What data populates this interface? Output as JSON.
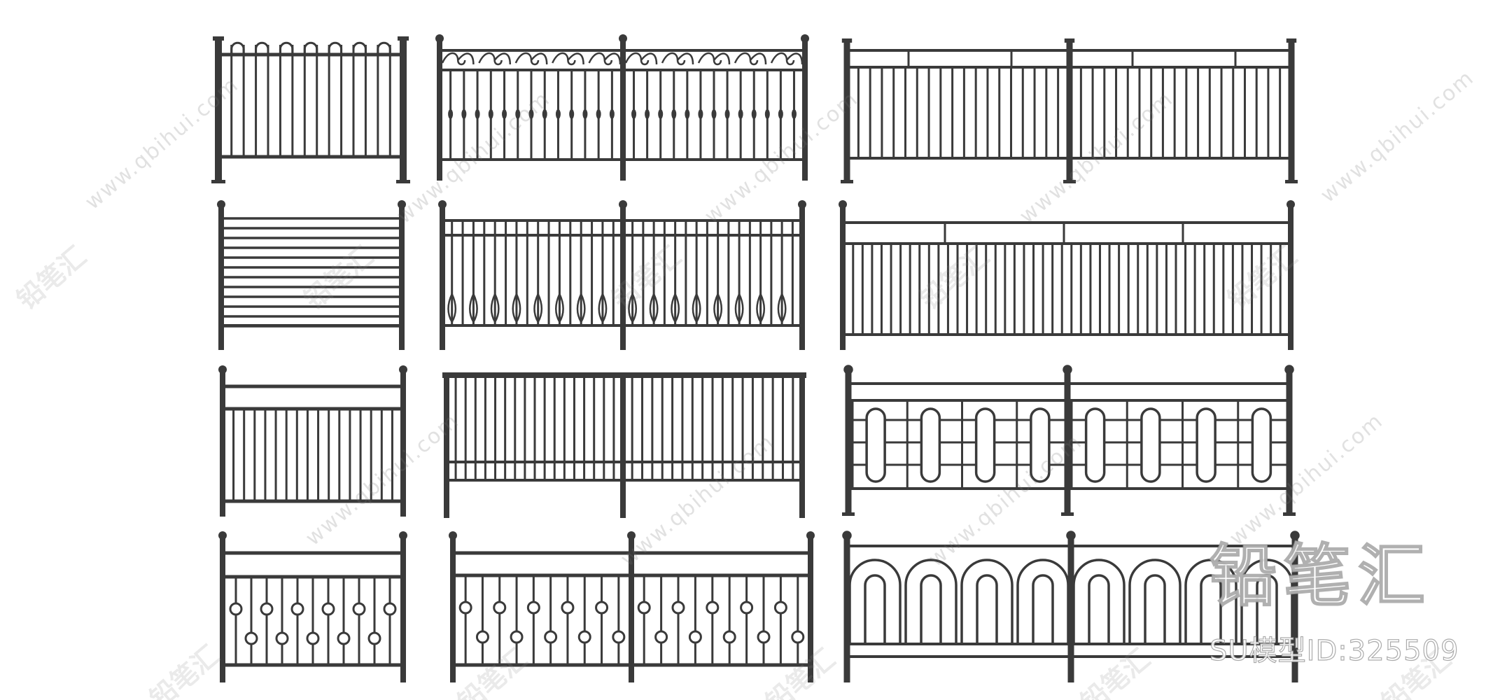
{
  "watermark": {
    "site": "www.qbihui.com",
    "brand_cn": "铅笔汇"
  },
  "logo": {
    "title": "铅笔汇",
    "model_id": "SU模型ID:325509"
  },
  "colors": {
    "background": "#ffffff",
    "metal": "#3a3a3a"
  },
  "fences": [
    {
      "id": "fence-1",
      "style": "arched-top-pickets"
    },
    {
      "id": "fence-2",
      "style": "scroll-top-knuckle-pickets"
    },
    {
      "id": "fence-3",
      "style": "panel-top-pickets"
    },
    {
      "id": "fence-4",
      "style": "horizontal-slats"
    },
    {
      "id": "fence-5",
      "style": "baluster-pickets"
    },
    {
      "id": "fence-6",
      "style": "panel-top-dense-pickets"
    },
    {
      "id": "fence-7",
      "style": "top-rail-pickets"
    },
    {
      "id": "fence-8",
      "style": "flat-top-pickets-bottom-rail"
    },
    {
      "id": "fence-9",
      "style": "oval-loops"
    },
    {
      "id": "fence-10",
      "style": "alternating-circle-pickets"
    },
    {
      "id": "fence-11",
      "style": "alternating-circle-pickets-double"
    },
    {
      "id": "fence-12",
      "style": "hairpin-arches"
    }
  ]
}
